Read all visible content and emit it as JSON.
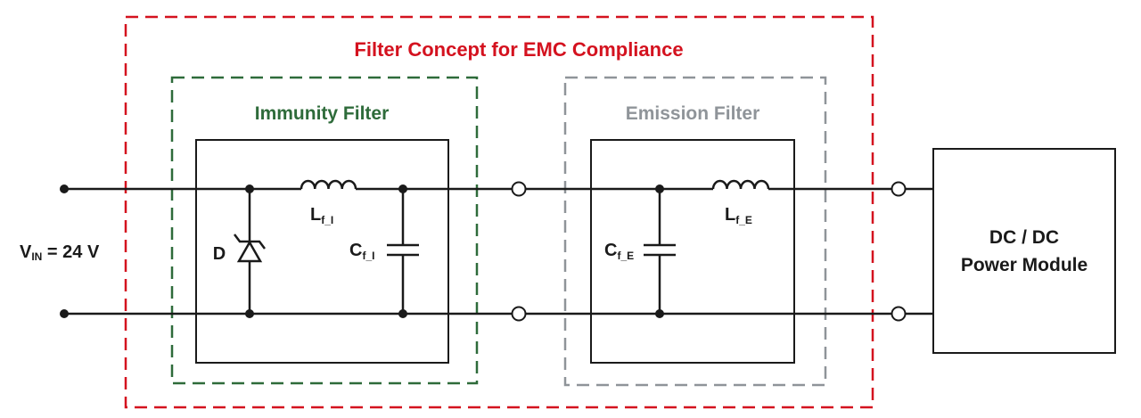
{
  "title": "Filter Concept for EMC Compliance",
  "immunity_filter": {
    "label": "Immunity Filter",
    "diode": "D",
    "inductor_main": "L",
    "inductor_sub": "f_I",
    "capacitor_main": "C",
    "capacitor_sub": "f_I"
  },
  "emission_filter": {
    "label": "Emission Filter",
    "inductor_main": "L",
    "inductor_sub": "f_E",
    "capacitor_main": "C",
    "capacitor_sub": "f_E"
  },
  "input": {
    "v_main": "V",
    "v_sub": "IN",
    "value": " = 24 V"
  },
  "load": {
    "line1": "DC / DC",
    "line2": "Power Module"
  },
  "colors": {
    "outer_border": "#d4121f",
    "immunity_border": "#2e6b3a",
    "emission_border": "#8f9499",
    "wire": "#1a1a1a"
  }
}
